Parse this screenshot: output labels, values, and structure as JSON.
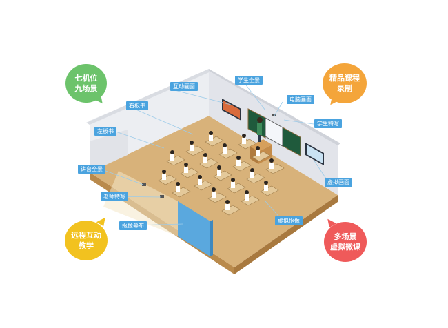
{
  "bubbles": {
    "top_left": [
      "七机位",
      "九场景"
    ],
    "top_right": [
      "精品课程",
      "录制"
    ],
    "bottom_left": [
      "远程互动",
      "教学"
    ],
    "bottom_right": [
      "多场景",
      "虚拟微课"
    ]
  },
  "labels": {
    "interactive_screen": "互动画面",
    "student_panorama": "学生全景",
    "right_board": "右板书",
    "computer_screen": "电脑画面",
    "student_closeup": "学生特写",
    "left_board": "左板书",
    "podium_panorama": "讲台全景",
    "virtual_screen": "虚拟画面",
    "teacher_closeup": "老师特写",
    "virtual_keying": "虚拟抠像",
    "keying_curtain": "抠像幕布"
  },
  "colors": {
    "floor": "#d8b27a",
    "wall": "#e7e8ec",
    "board": "#1f5a3c",
    "tag": "#4aa3df",
    "curtain": "#5aa8de"
  }
}
